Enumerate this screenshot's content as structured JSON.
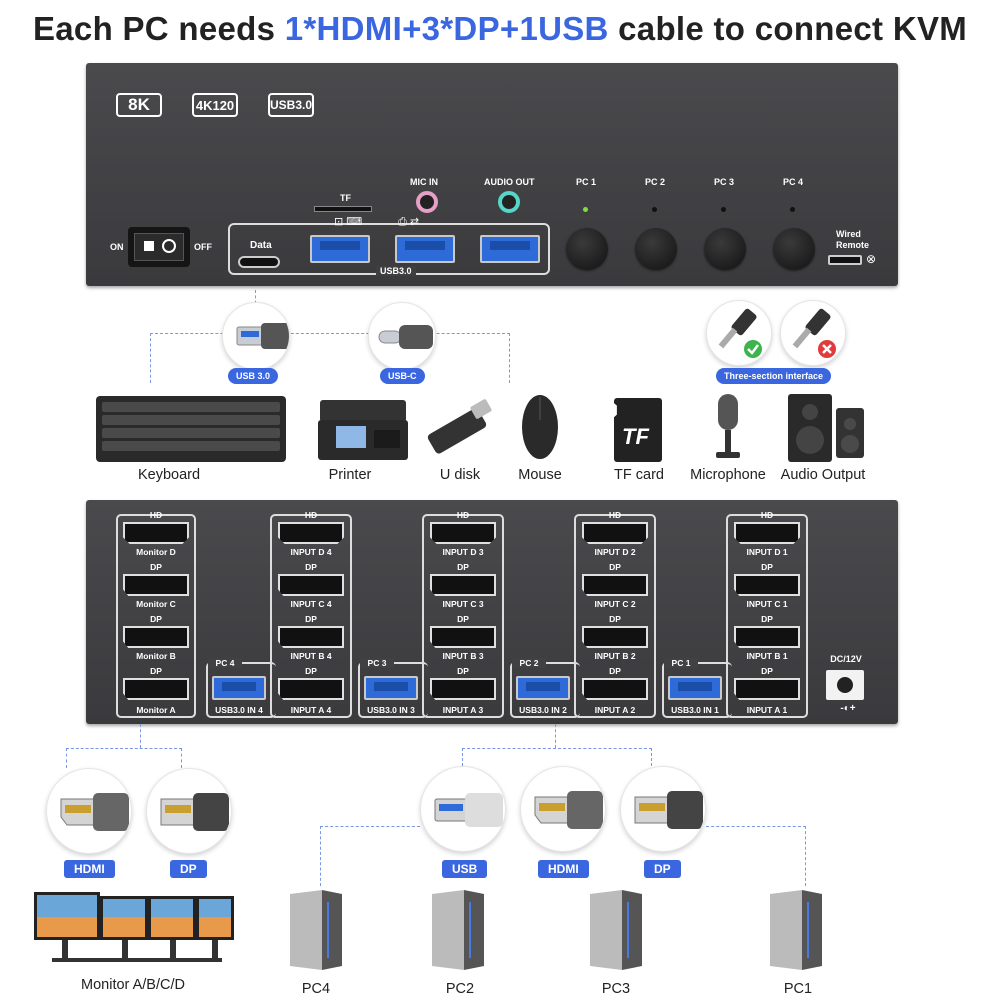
{
  "title": {
    "prefix": "Each PC needs ",
    "highlight": "1*HDMI+3*DP+1USB",
    "suffix": " cable to connect KVM"
  },
  "front_panel": {
    "badges": [
      "8K",
      "4K120",
      "USB3.0"
    ],
    "power": {
      "on_label": "ON",
      "off_label": "OFF"
    },
    "tf_label": "TF",
    "data_label": "Data",
    "usb30_label": "USB3.0",
    "mic_label": "MIC IN",
    "audio_label": "AUDIO OUT",
    "pc_labels": [
      "PC 1",
      "PC 2",
      "PC 3",
      "PC 4"
    ],
    "wired_remote_label": "Wired\nRemote",
    "colors": {
      "mic_jack": "#e6a0c8",
      "audio_jack": "#55d6c8",
      "active_led": "#7ee03a"
    }
  },
  "connectors_top": {
    "usb30_pill": "USB 3.0",
    "usbc_pill": "USB-C",
    "three_section_pill": "Three-section interface"
  },
  "devices": [
    {
      "name": "Keyboard",
      "icon": "keyboard-icon"
    },
    {
      "name": "Printer",
      "icon": "printer-icon"
    },
    {
      "name": "U disk",
      "icon": "usb-drive-icon"
    },
    {
      "name": "Mouse",
      "icon": "mouse-icon"
    },
    {
      "name": "TF card",
      "icon": "tf-card-icon"
    },
    {
      "name": "Microphone",
      "icon": "microphone-icon"
    },
    {
      "name": "Audio Output",
      "icon": "speaker-icon"
    }
  ],
  "tf_card_text": "TF",
  "rear_panel": {
    "monitor_group": {
      "hd_label": "HD",
      "labels": [
        "Monitor D",
        "DP",
        "Monitor C",
        "DP",
        "Monitor B",
        "DP",
        "Monitor A"
      ]
    },
    "pc_groups": [
      {
        "pc": "PC 4",
        "usb_label": "USB3.0 IN 4",
        "hd": "HD",
        "inputs": [
          "INPUT D 4",
          "DP",
          "INPUT C 4",
          "DP",
          "INPUT B 4",
          "DP",
          "INPUT A 4"
        ]
      },
      {
        "pc": "PC 3",
        "usb_label": "USB3.0 IN 3",
        "hd": "HD",
        "inputs": [
          "INPUT D 3",
          "DP",
          "INPUT C 3",
          "DP",
          "INPUT B 3",
          "DP",
          "INPUT A 3"
        ]
      },
      {
        "pc": "PC 2",
        "usb_label": "USB3.0 IN 2",
        "hd": "HD",
        "inputs": [
          "INPUT D 2",
          "DP",
          "INPUT C 2",
          "DP",
          "INPUT B 2",
          "DP",
          "INPUT A 2"
        ]
      },
      {
        "pc": "PC 1",
        "usb_label": "USB3.0 IN 1",
        "hd": "HD",
        "inputs": [
          "INPUT D 1",
          "DP",
          "INPUT C 1",
          "DP",
          "INPUT B 1",
          "DP",
          "INPUT A 1"
        ]
      }
    ],
    "dc_label": "DC/12V"
  },
  "cables_bottom": {
    "left": [
      "HDMI",
      "DP"
    ],
    "right": [
      "USB",
      "HDMI",
      "DP"
    ]
  },
  "bottom_captions": {
    "monitors": "Monitor A/B/C/D",
    "pcs": [
      "PC4",
      "PC2",
      "PC3",
      "PC1"
    ]
  },
  "accent_color": "#3a66e0"
}
